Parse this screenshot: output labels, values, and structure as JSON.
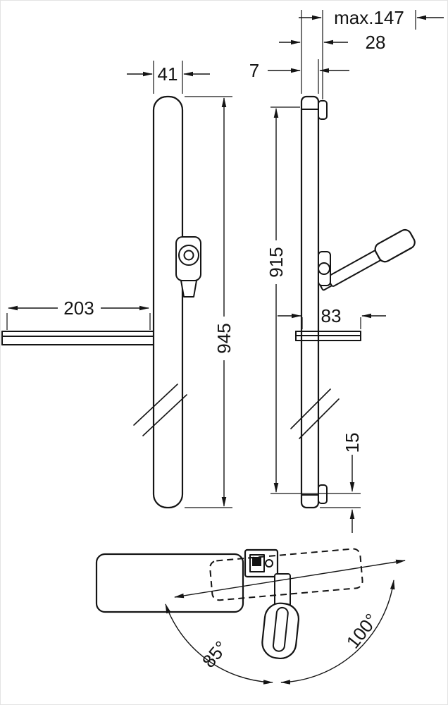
{
  "colors": {
    "background": "#ffffff",
    "line": "#141414"
  },
  "dimensions": {
    "max_reach": "max.147",
    "bracket_depth": "28",
    "rail_depth": "7",
    "rail_width": "41",
    "rail_pitch": "915",
    "overall_height": "945",
    "shelf_length": "203",
    "shelf_depth": "83",
    "bottom_offset": "15",
    "swivel_left": "85°",
    "swivel_right": "100°"
  }
}
